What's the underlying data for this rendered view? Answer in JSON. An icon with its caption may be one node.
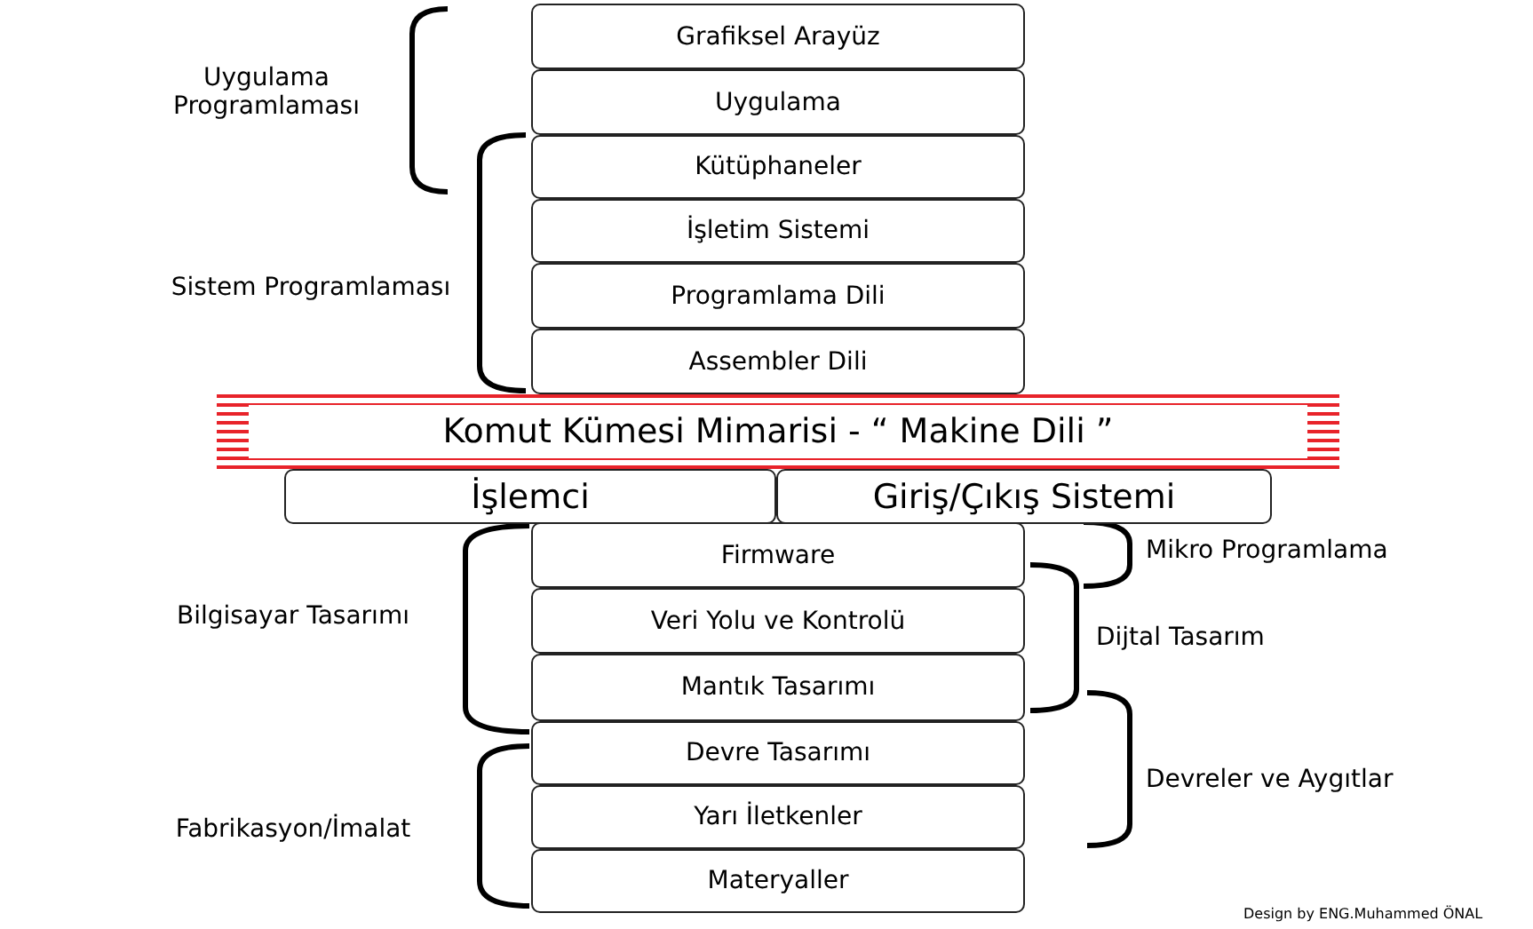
{
  "diagram": {
    "nodes": [
      {
        "text": [
          "Grafiksel Arayüz"
        ]
      },
      {
        "text": [
          "Uygulama"
        ]
      },
      {
        "text": [
          "Kütüphaneler"
        ]
      },
      {
        "text": [
          "İşletim Sistemi"
        ]
      },
      {
        "text": [
          "Programlama Dili"
        ]
      },
      {
        "text": [
          "Assembler Dili"
        ]
      },
      {
        "text": [
          "Komut Kümesi Mimarisi - “ Makine Dili ”"
        ]
      },
      {
        "text": [
          "İşlemci"
        ]
      },
      {
        "text": [
          "Giriş/Çıkış Sistemi"
        ]
      },
      {
        "text": [
          "Firmware"
        ]
      },
      {
        "text": [
          "Veri Yolu ve Kontrolü"
        ]
      },
      {
        "text": [
          "Mantık Tasarımı"
        ]
      },
      {
        "text": [
          "Devre Tasarımı"
        ]
      },
      {
        "text": [
          "Yarı İletkenler"
        ]
      },
      {
        "text": [
          "Materyaller"
        ]
      }
    ],
    "edges": [],
    "labels": [
      "Uygulama Programlaması",
      "Sistem Programlaması",
      "Mikro Programlama",
      "Bilgisayar Tasarımı",
      "Dijtal Tasarım",
      "Devreler ve Aygıtlar",
      "Fabrikasyon/İmalat",
      "Design by ENG.Muhammed ÖNAL"
    ]
  }
}
